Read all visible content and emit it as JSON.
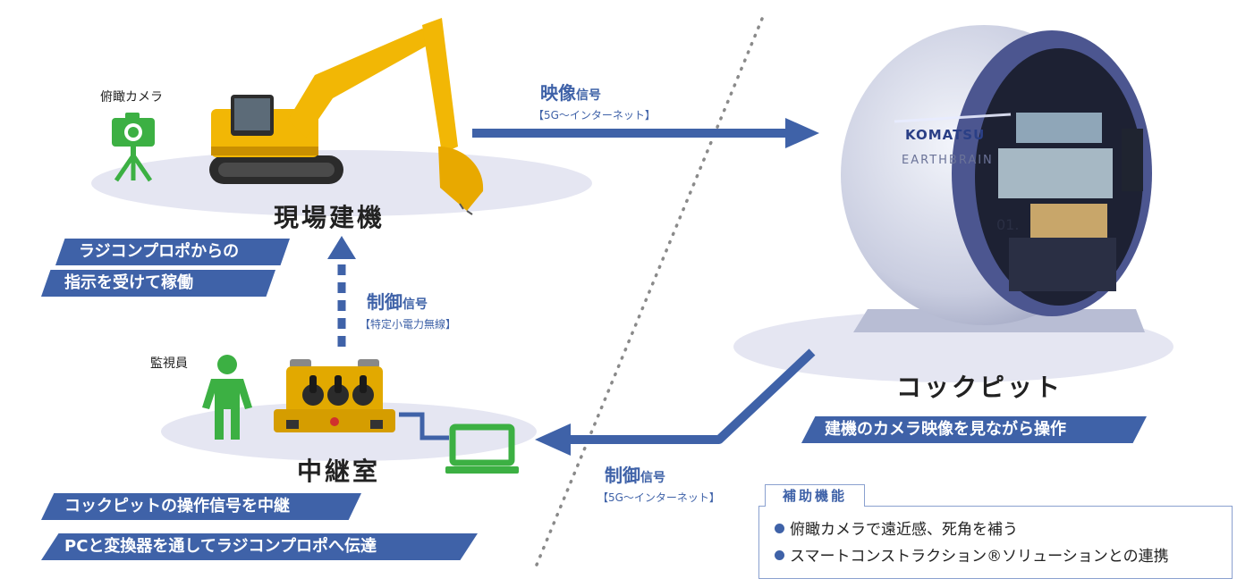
{
  "nodes": {
    "site_title": "現場建機",
    "relay_title": "中継室",
    "cockpit_title": "コックピット"
  },
  "labels": {
    "overhead_camera": "俯瞰カメラ",
    "monitor_person": "監視員"
  },
  "banners": {
    "site_line1": "ラジコンプロポからの",
    "site_line2": "指示を受けて稼働",
    "relay_line1": "コックピットの操作信号を中継",
    "relay_line2": "PCと変換器を通してラジコンプロポへ伝達",
    "cockpit": "建機のカメラ映像を見ながら操作"
  },
  "signals": {
    "video": {
      "main": "映像",
      "suffix": "信号",
      "sub": "【5G〜インターネット】"
    },
    "control_radio": {
      "main": "制御",
      "suffix": "信号",
      "sub": "【特定小電力無線】"
    },
    "control_net": {
      "main": "制御",
      "suffix": "信号",
      "sub": "【5G〜インターネット】"
    }
  },
  "assist": {
    "title": "補助機能",
    "items": [
      "俯瞰カメラで遠近感、死角を補う",
      "スマートコンストラクション®ソリューションとの連携"
    ]
  },
  "cockpit_marks": {
    "brand1": "KOMATSU",
    "brand2": "EARTHBRAIN",
    "number": "01."
  },
  "colors": {
    "accent_blue": "#3f62a8",
    "icon_green": "#3cb043",
    "excavator_yellow": "#f2b705",
    "platform": "#e5e6f2"
  }
}
